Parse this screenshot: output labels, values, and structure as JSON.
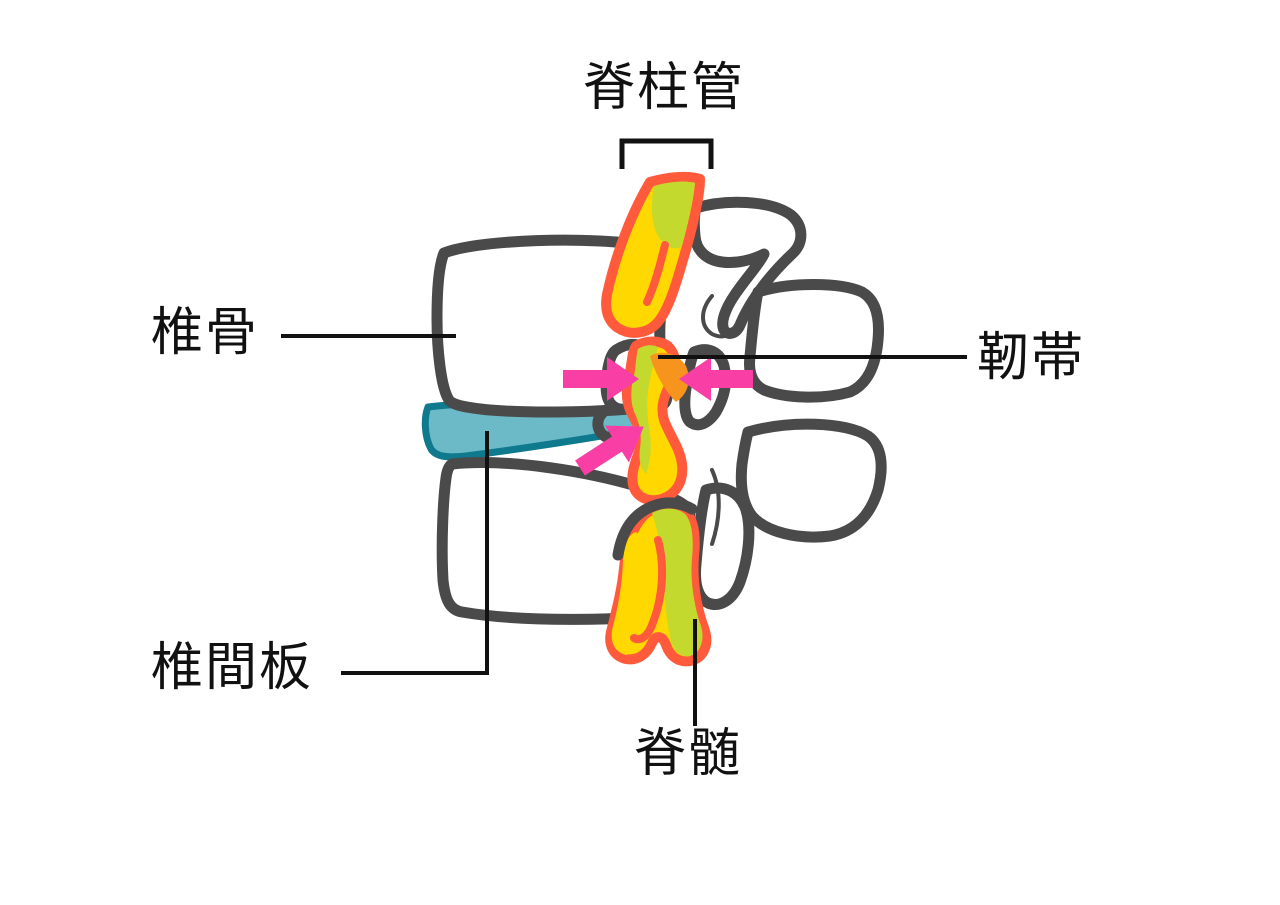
{
  "figure": {
    "type": "anatomy-diagram",
    "background_color": "#ffffff",
    "compression_arrow_count": 3
  },
  "labels": {
    "spinal_canal": "脊柱管",
    "vertebra": "椎骨",
    "ligament": "靭帯",
    "intervertebral_disc": "椎間板",
    "spinal_cord": "脊髄"
  },
  "colors": {
    "bone_outline": "#4a4a4a",
    "cord_yellow": "#ffd800",
    "cord_green": "#c3d92e",
    "cord_outline": "#ff5a3c",
    "ligament_orange": "#f7941d",
    "disc_fill": "#6cb9c7",
    "disc_outline": "#0f7a8d",
    "arrow_pink": "#f93fa5",
    "line_black": "#111111",
    "bg": "#ffffff"
  }
}
